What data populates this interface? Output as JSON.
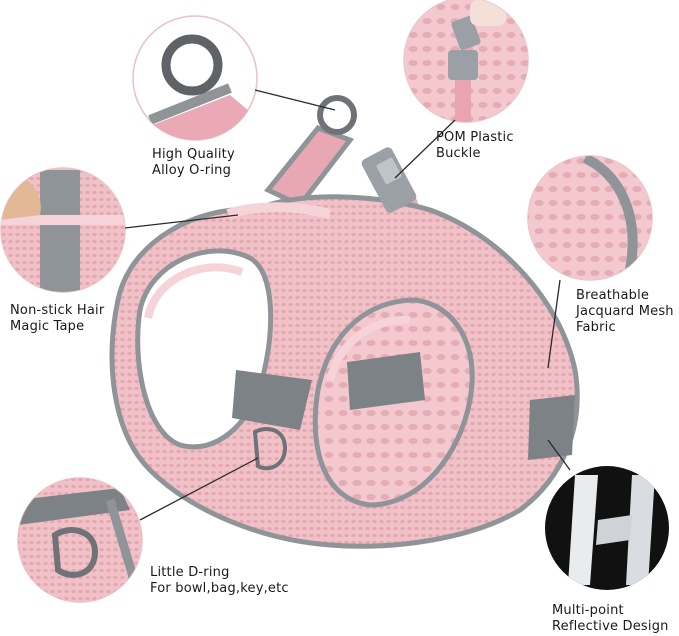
{
  "product": {
    "features": [
      {
        "id": "oring",
        "lines": [
          "High Quality",
          "Alloy O-ring"
        ]
      },
      {
        "id": "buckle",
        "lines": [
          "POM Plastic",
          "Buckle"
        ]
      },
      {
        "id": "tape",
        "lines": [
          "Non-stick Hair",
          "Magic Tape"
        ]
      },
      {
        "id": "mesh",
        "lines": [
          "Breathable",
          "Jacquard Mesh",
          "Fabric"
        ]
      },
      {
        "id": "dring",
        "lines": [
          "Little D-ring",
          "For bowl,bag,key,etc"
        ]
      },
      {
        "id": "reflective",
        "lines": [
          "Multi-point",
          "Reflective Design"
        ]
      }
    ]
  },
  "colors": {
    "harness_pink": "#f1c1c8",
    "harness_pink_dark": "#e6a9b2",
    "trim_grey": "#8f9499",
    "reflective_grey": "#7d8287",
    "metal": "#6f7378",
    "buckle_grey": "#9aa0a6"
  }
}
